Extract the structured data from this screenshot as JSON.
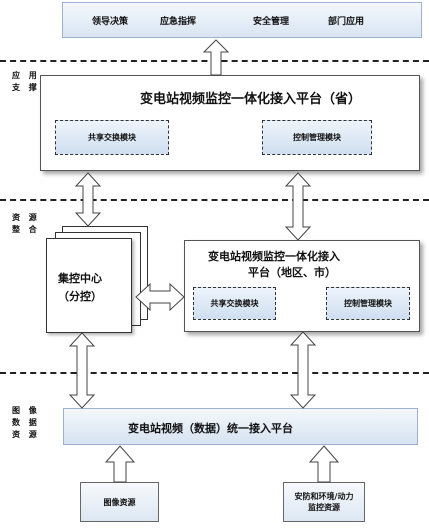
{
  "app_layer": {
    "items": [
      "领导决策",
      "应急指挥",
      "安全管理",
      "部门应用"
    ]
  },
  "section_labels": {
    "application_support": "应 用\n支 撑",
    "resource_integration": "资 源\n整 合",
    "image_data_resource": "图 像\n数 据\n资 源"
  },
  "provincial_platform": {
    "title": "变电站视频监控一体化接入平台（省）",
    "module_left": "共享交换模块",
    "module_right": "控制管理模块"
  },
  "central_control": {
    "title_line1": "集控中心",
    "title_line2": "（分控）"
  },
  "regional_platform": {
    "title_line1": "变电站视频监控一体化接入",
    "title_line2": "平台（地区、市）",
    "module_left": "共享交换模块",
    "module_right": "控制管理模块"
  },
  "unified_platform": {
    "title": "变电站视频（数据）统一接入平台"
  },
  "sources": {
    "image": "图像资源",
    "security_line1": "安防和环境/动力",
    "security_line2": "监控资源"
  },
  "colors": {
    "box_fill_top": "#f4f8fc",
    "box_fill_bottom": "#d6e3f1",
    "box_border": "#9bb1cc"
  }
}
